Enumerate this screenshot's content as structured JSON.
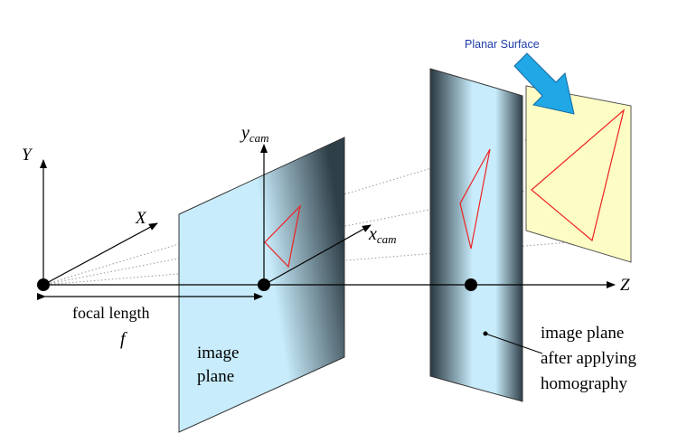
{
  "colors": {
    "plane_light": "#c8ecfb",
    "plane_dark": "#2f3f48",
    "planar_surface_fill": "#fcfcc4",
    "triangle_stroke": "#ee2222",
    "arrow_fill": "#1fa7e6",
    "label_blue": "#1f3ca8",
    "axis": "#000000"
  },
  "labels": {
    "planar_surface": "Planar Surface",
    "world_y": "Y",
    "world_x": "X",
    "world_z": "Z",
    "cam_y_base": "y",
    "cam_y_sub": "cam",
    "cam_x_base": "x",
    "cam_x_sub": "cam",
    "focal_length": "focal length",
    "focal_symbol": "f",
    "image_plane_line1": "image",
    "image_plane_line2": "plane",
    "homography_line1": "image plane",
    "homography_line2": "after applying",
    "homography_line3": "homography"
  }
}
